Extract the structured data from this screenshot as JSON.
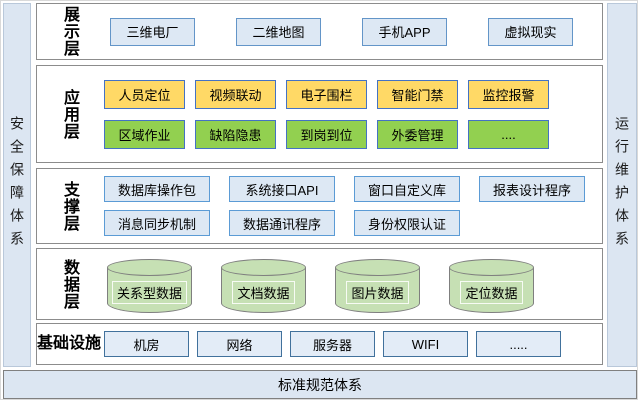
{
  "colors": {
    "pillar_bg": "#dce6f2",
    "layer_border": "#8c8c8c",
    "blue_box_fill": "#dde8f4",
    "blue_box_border": "#5b9bd5",
    "infra_box_border": "#41719c",
    "yellow_fill": "#ffd966",
    "green_fill": "#92d050",
    "module_border": "#4472c4",
    "cylinder_fill": "#c6e0b4",
    "cylinder_border": "#7f7f7f"
  },
  "left_pillar": {
    "label": "安全保障体系"
  },
  "right_pillar": {
    "label": "运行维护体系"
  },
  "bottom_bar": {
    "label": "标准规范体系"
  },
  "layers": [
    {
      "id": "presentation",
      "label": "展示层",
      "rows": [
        {
          "style": "blue",
          "items": [
            "三维电厂",
            "二维地图",
            "手机APP",
            "虚拟现实"
          ]
        }
      ]
    },
    {
      "id": "application",
      "label": "应用层",
      "rows": [
        {
          "style": "yellow",
          "items": [
            "人员定位",
            "视频联动",
            "电子围栏",
            "智能门禁",
            "监控报警"
          ]
        },
        {
          "style": "green",
          "items": [
            "区域作业",
            "缺陷隐患",
            "到岗到位",
            "外委管理",
            "...."
          ]
        }
      ]
    },
    {
      "id": "support",
      "label": "支撑层",
      "rows": [
        {
          "style": "support",
          "items": [
            "数据库操作包",
            "系统接口API",
            "窗口自定义库",
            "报表设计程序"
          ]
        },
        {
          "style": "support",
          "items": [
            "消息同步机制",
            "数据通讯程序",
            "身份权限认证"
          ]
        }
      ]
    },
    {
      "id": "data",
      "label": "数据层",
      "rows": [
        {
          "style": "cylinder",
          "items": [
            "关系型数据",
            "文档数据",
            "图片数据",
            "定位数据"
          ]
        }
      ]
    },
    {
      "id": "infrastructure",
      "label": "基础设施",
      "rows": [
        {
          "style": "infra",
          "items": [
            "机房",
            "网络",
            "服务器",
            "WIFI",
            "....."
          ]
        }
      ]
    }
  ]
}
